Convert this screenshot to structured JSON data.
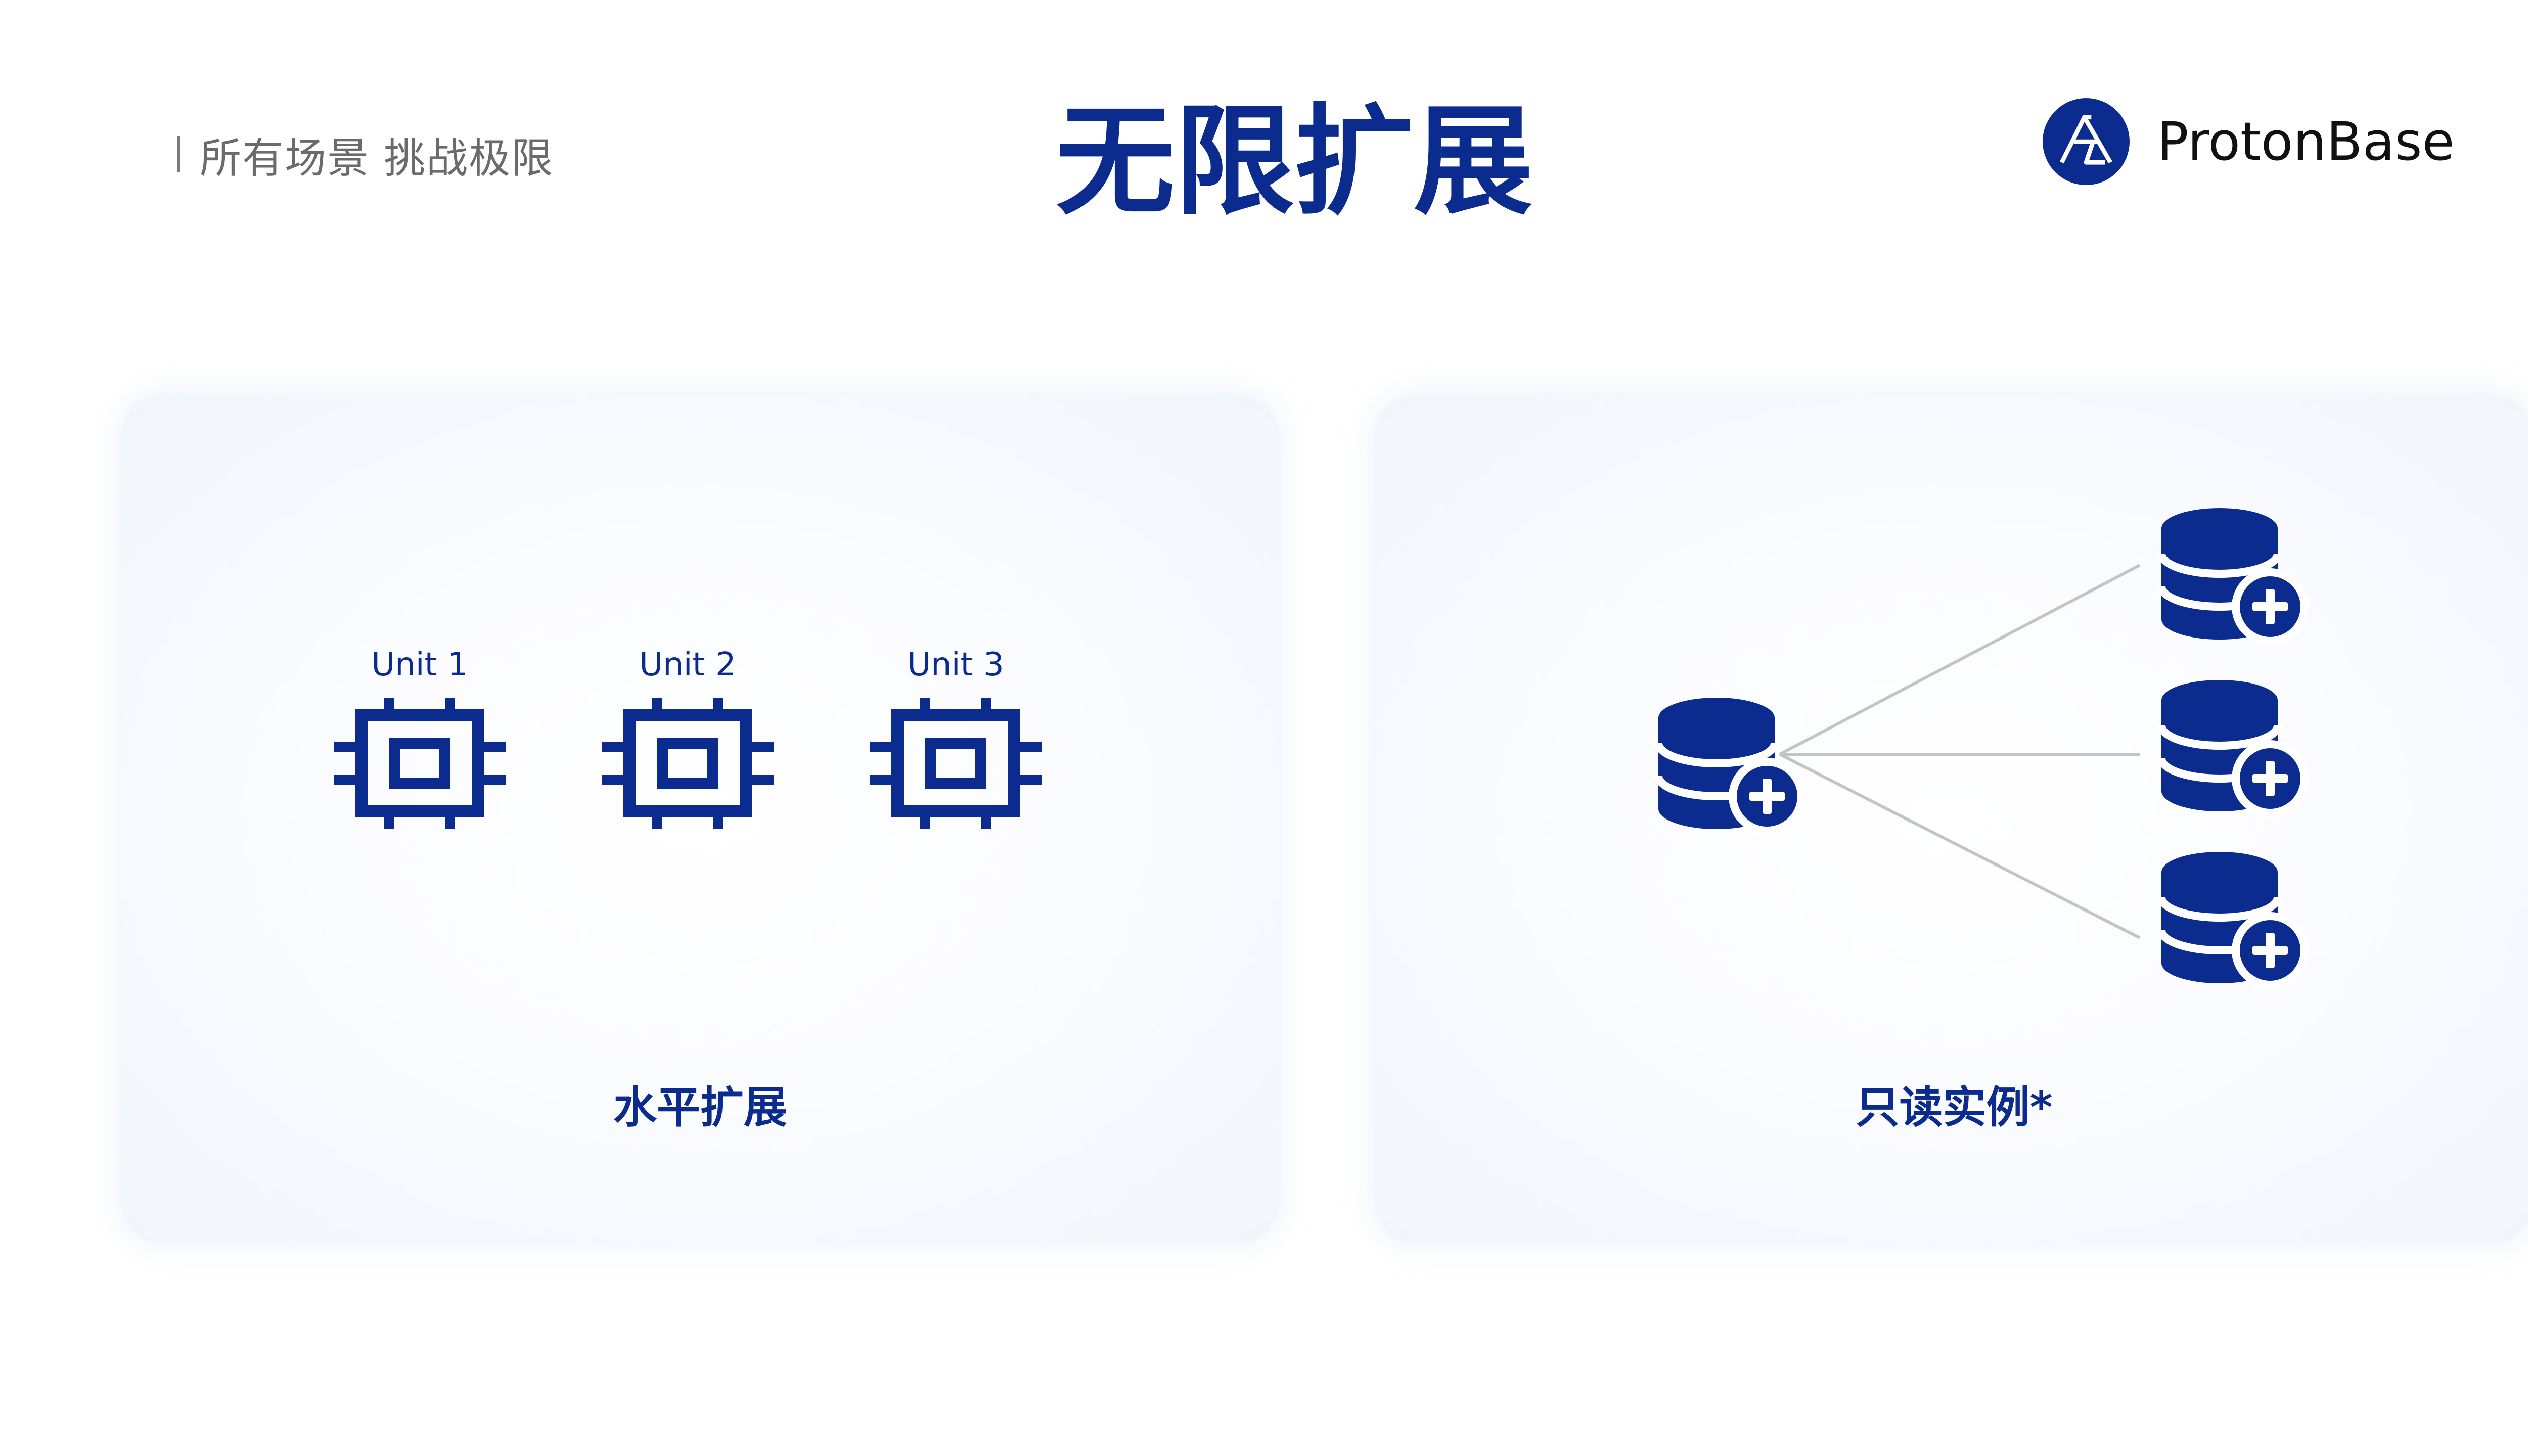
{
  "header": {
    "section_tag": "所有场景 挑战极限",
    "title": "无限扩展",
    "brand_name": "ProtonBase"
  },
  "panels": {
    "horizontal": {
      "label": "水平扩展",
      "units": [
        {
          "label": "Unit 1",
          "icon": "cpu-chip-icon"
        },
        {
          "label": "Unit 2",
          "icon": "cpu-chip-icon"
        },
        {
          "label": "Unit 3",
          "icon": "cpu-chip-icon"
        }
      ]
    },
    "read_replica": {
      "label": "只读实例*",
      "source_icon": "database-add-icon",
      "replica_icons": [
        "database-add-icon",
        "database-add-icon",
        "database-add-icon"
      ]
    }
  },
  "colors": {
    "brand_blue": "#0b2b8f",
    "connector_gray": "#c4c4c4",
    "tag_gray": "#6b6b6b"
  }
}
